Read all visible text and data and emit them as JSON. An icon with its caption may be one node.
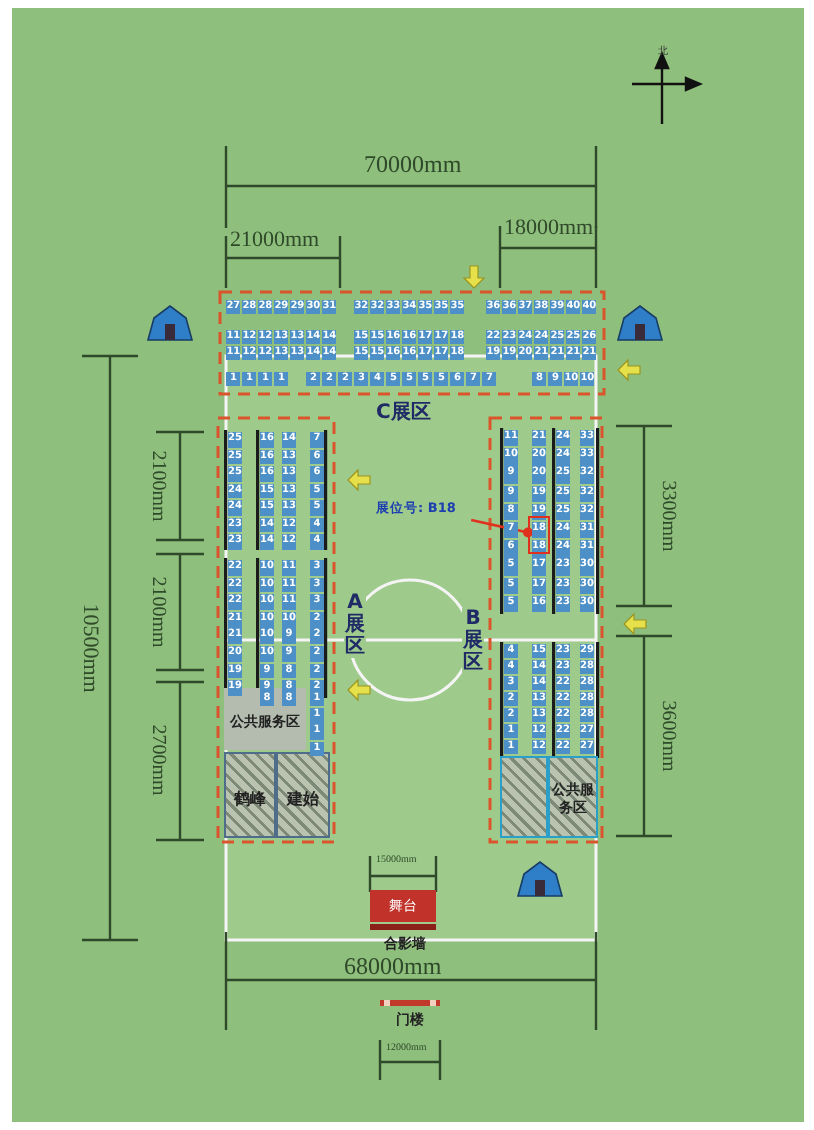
{
  "diagram": {
    "nodes": [
      {
        "text": [
          "公共服务区"
        ]
      },
      {
        "text": [
          "鹤峰"
        ]
      },
      {
        "text": [
          "建始"
        ]
      },
      {
        "text": [
          "展位号: B18"
        ]
      },
      {
        "text": [],
        "shape": "box"
      },
      {
        "text": [],
        "shape": "box"
      },
      {
        "text": [
          "公共服务区"
        ]
      },
      {
        "text": [
          "舞台"
        ]
      }
    ],
    "edges": [
      {
        "from": 3,
        "to": 4,
        "arrow": "other",
        "color": "#e0301e"
      }
    ],
    "labels": [
      "北",
      "70000mm",
      "21000mm",
      "18000mm",
      "27",
      "28",
      "28",
      "29",
      "29",
      "30",
      "31",
      "32",
      "32",
      "33",
      "34",
      "35",
      "35",
      "35",
      "36",
      "36",
      "37",
      "38",
      "39",
      "40",
      "40",
      "11",
      "12",
      "12",
      "13",
      "13",
      "14",
      "14",
      "15",
      "15",
      "16",
      "16",
      "17",
      "17",
      "18",
      "22",
      "23",
      "24",
      "24",
      "25",
      "25",
      "26",
      "11",
      "12",
      "12",
      "13",
      "13",
      "14",
      "14",
      "15",
      "15",
      "16",
      "16",
      "17",
      "17",
      "18",
      "19",
      "19",
      "20",
      "21",
      "21",
      "21",
      "21",
      "1",
      "1",
      "1",
      "1",
      "2",
      "2",
      "2",
      "3",
      "4",
      "5",
      "5",
      "5",
      "5",
      "6",
      "7",
      "7",
      "8",
      "9",
      "10",
      "10",
      "C展区",
      "10500mm",
      "2100mm",
      "2100mm",
      "2700mm",
      "25",
      "16",
      "14",
      "7",
      "25",
      "16",
      "13",
      "6",
      "25",
      "16",
      "13",
      "6",
      "24",
      "15",
      "13",
      "5",
      "24",
      "15",
      "13",
      "5",
      "23",
      "14",
      "12",
      "4",
      "23",
      "14",
      "12",
      "4",
      "22",
      "10",
      "11",
      "3",
      "22",
      "10",
      "11",
      "3",
      "22",
      "10",
      "11",
      "3",
      "21",
      "10",
      "10",
      "2",
      "21",
      "10",
      "9",
      "2",
      "20",
      "10",
      "9",
      "2",
      "19",
      "9",
      "8",
      "2",
      "19",
      "9",
      "8",
      "2",
      "8",
      "8",
      "1",
      "1",
      "1",
      "1",
      "A展区",
      "11",
      "21",
      "24",
      "33",
      "10",
      "20",
      "24",
      "33",
      "9",
      "20",
      "25",
      "32",
      "9",
      "19",
      "25",
      "32",
      "8",
      "19",
      "25",
      "32",
      "7",
      "18",
      "24",
      "31",
      "6",
      "18",
      "24",
      "31",
      "5",
      "17",
      "23",
      "30",
      "5",
      "17",
      "23",
      "30",
      "5",
      "16",
      "23",
      "30",
      "B展区",
      "4",
      "15",
      "23",
      "29",
      "4",
      "14",
      "23",
      "28",
      "3",
      "14",
      "22",
      "28",
      "2",
      "13",
      "22",
      "28",
      "2",
      "13",
      "22",
      "28",
      "1",
      "12",
      "22",
      "27",
      "1",
      "12",
      "22",
      "27",
      "3300mm",
      "3600mm",
      "15000mm",
      "合影墙",
      "68000mm",
      "门楼",
      "12000mm"
    ]
  }
}
